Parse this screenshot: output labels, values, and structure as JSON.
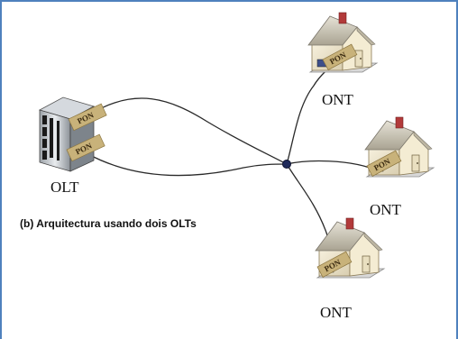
{
  "diagram": {
    "olt_label": "OLT",
    "ont_labels": [
      "ONT",
      "ONT",
      "ONT"
    ],
    "pon_tag": "PON",
    "caption": "(b) Arquitectura usando dois OLTs"
  },
  "colors": {
    "frame": "#4f81bd",
    "fiber": "#2a2a2a",
    "splitter": "#1f2a5a",
    "pon_tag": "#c8b27a",
    "house_wall": "#efe4c4",
    "house_roof": "#c9c2ad",
    "chimney": "#b23a3a"
  },
  "icons": [
    "olt-rack-icon",
    "house-icon",
    "splitter-node-icon"
  ]
}
